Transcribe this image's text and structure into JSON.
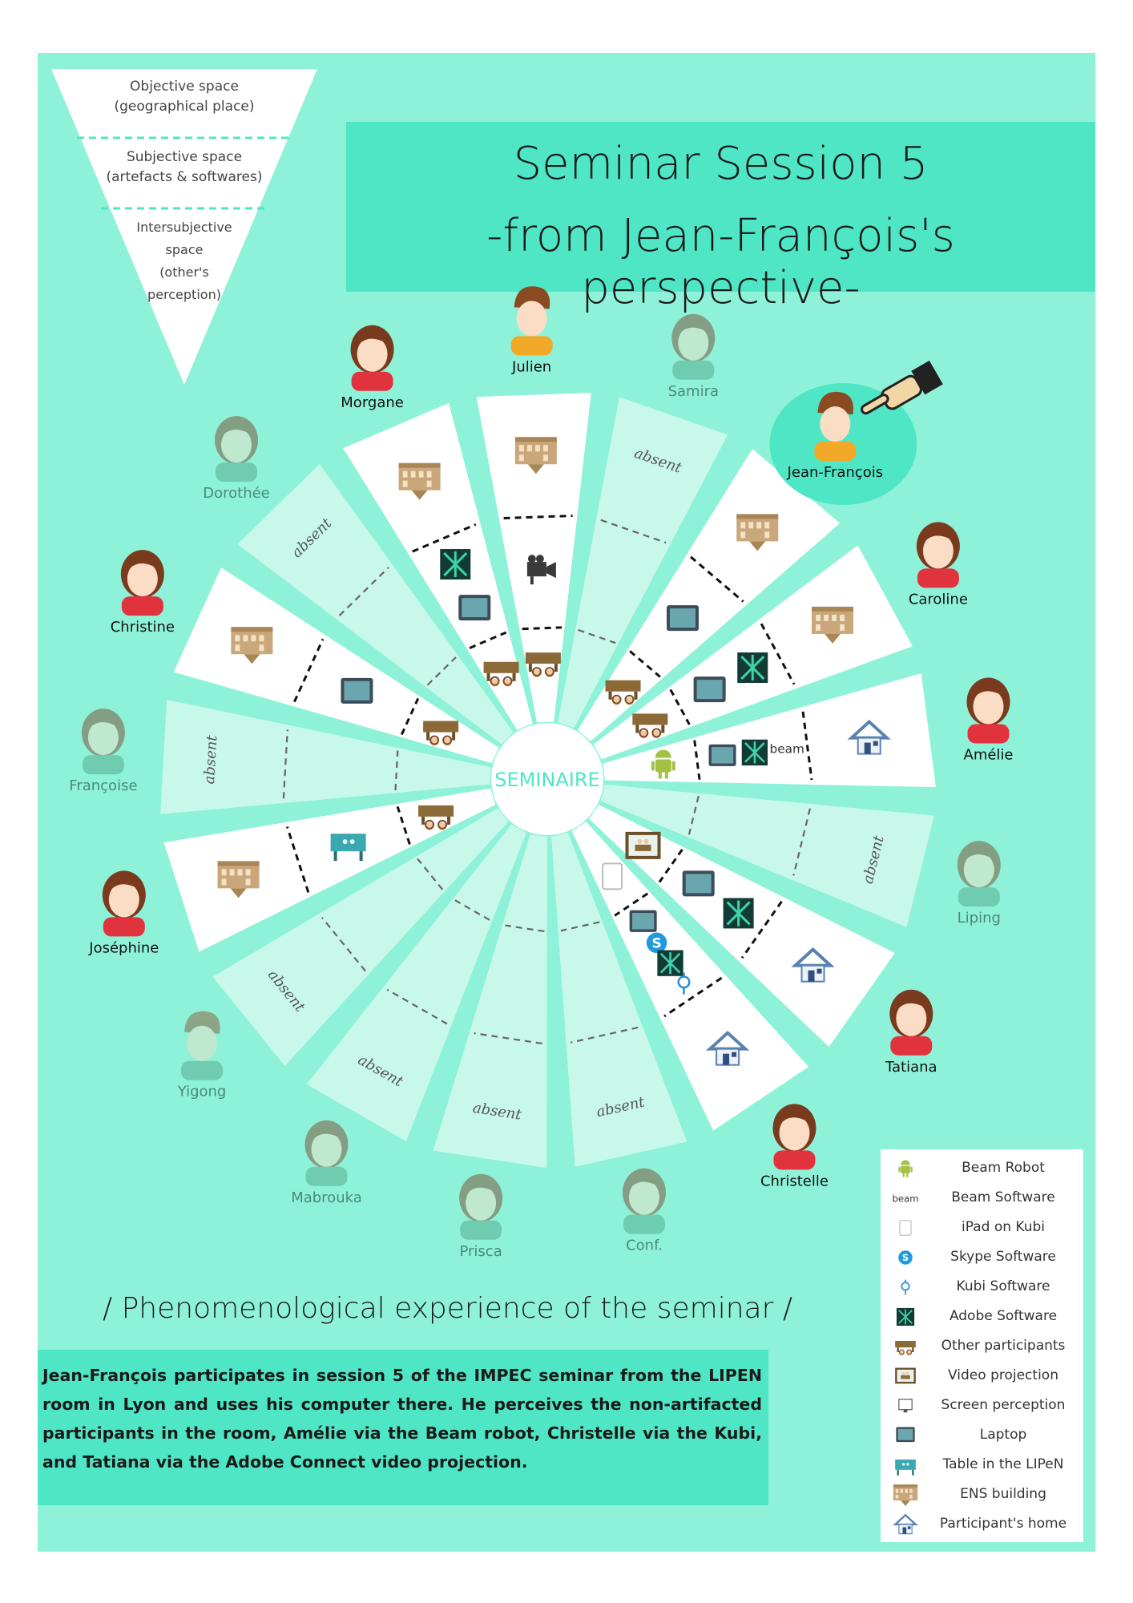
{
  "title": {
    "line1": "Seminar Session 5",
    "line2": "-from Jean-François's perspective-"
  },
  "spaces": {
    "objective": [
      "Objective space",
      "(geographical place)"
    ],
    "subjective": [
      "Subjective space",
      "(artefacts & softwares)"
    ],
    "intersubjective": [
      "Intersubjective",
      "space",
      "(other's",
      "perception)"
    ]
  },
  "center_label": "SEMINAIRE",
  "absent_label": "absent",
  "participants": [
    {
      "name": "Julien",
      "status": "present",
      "gender": "m",
      "items": [
        "ens-building",
        "video-camera",
        "other-participants"
      ]
    },
    {
      "name": "Samira",
      "status": "absent",
      "gender": "f",
      "items": []
    },
    {
      "name": "Jean-François",
      "status": "self",
      "gender": "m",
      "items": [
        "ens-building",
        "laptop",
        "other-participants"
      ]
    },
    {
      "name": "Caroline",
      "status": "present",
      "gender": "f",
      "items": [
        "ens-building",
        "laptop",
        "adobe-software",
        "other-participants"
      ]
    },
    {
      "name": "Amélie",
      "status": "present",
      "gender": "f",
      "items": [
        "home",
        "laptop",
        "adobe-software",
        "beam-software",
        "beam-robot"
      ]
    },
    {
      "name": "Liping",
      "status": "absent",
      "gender": "f",
      "items": []
    },
    {
      "name": "Tatiana",
      "status": "present",
      "gender": "f",
      "items": [
        "home",
        "laptop",
        "adobe-software",
        "video-projection"
      ]
    },
    {
      "name": "Christelle",
      "status": "present",
      "gender": "f",
      "items": [
        "home",
        "laptop",
        "skype-software",
        "adobe-software",
        "kubi-software",
        "ipad"
      ]
    },
    {
      "name": "Conf.",
      "status": "absent",
      "gender": "f",
      "items": []
    },
    {
      "name": "Prisca",
      "status": "absent",
      "gender": "f",
      "items": []
    },
    {
      "name": "Mabrouka",
      "status": "absent",
      "gender": "f",
      "items": []
    },
    {
      "name": "Yigong",
      "status": "absent",
      "gender": "m",
      "items": []
    },
    {
      "name": "Joséphine",
      "status": "present",
      "gender": "f",
      "items": [
        "ens-building",
        "lipen-table",
        "other-participants"
      ]
    },
    {
      "name": "Françoise",
      "status": "absent",
      "gender": "f",
      "items": []
    },
    {
      "name": "Christine",
      "status": "present",
      "gender": "f",
      "items": [
        "ens-building",
        "laptop",
        "other-participants"
      ]
    },
    {
      "name": "Dorothée",
      "status": "absent",
      "gender": "f",
      "items": []
    },
    {
      "name": "Morgane",
      "status": "present",
      "gender": "f",
      "items": [
        "ens-building",
        "laptop",
        "adobe-software",
        "other-participants"
      ]
    }
  ],
  "phenomenological_title": "/ Phenomenological experience of the seminar /",
  "description": "Jean-François participates in session 5 of the IMPEC seminar from the LIPEN room in Lyon and uses his computer there. He perceives the non-artifacted participants in the room, Amélie via the Beam robot, Christelle via the Kubi, and Tatiana via the Adobe Connect video projection.",
  "legend": [
    {
      "icon": "beam-robot",
      "label": "Beam Robot"
    },
    {
      "icon": "beam-software",
      "label": "Beam Software",
      "icon_text": "beam"
    },
    {
      "icon": "ipad",
      "label": "iPad on Kubi"
    },
    {
      "icon": "skype-software",
      "label": "Skype Software"
    },
    {
      "icon": "kubi-software",
      "label": "Kubi Software"
    },
    {
      "icon": "adobe-software",
      "label": "Adobe Software"
    },
    {
      "icon": "other-participants",
      "label": "Other participants"
    },
    {
      "icon": "video-projection",
      "label": "Video projection"
    },
    {
      "icon": "screen-perception",
      "label": "Screen perception"
    },
    {
      "icon": "laptop",
      "label": "Laptop"
    },
    {
      "icon": "lipen-table",
      "label": "Table in the LIPeN"
    },
    {
      "icon": "ens-building",
      "label": "ENS building"
    },
    {
      "icon": "home",
      "label": "Participant's home"
    }
  ],
  "colors": {
    "background": "#8ef2d9",
    "accent": "#4ee6c4",
    "wedge_present": "#ffffff",
    "wedge_absent": "#c8f8ea",
    "self_highlight": "#4ee6c4",
    "center_text": "#4ee6c4"
  }
}
